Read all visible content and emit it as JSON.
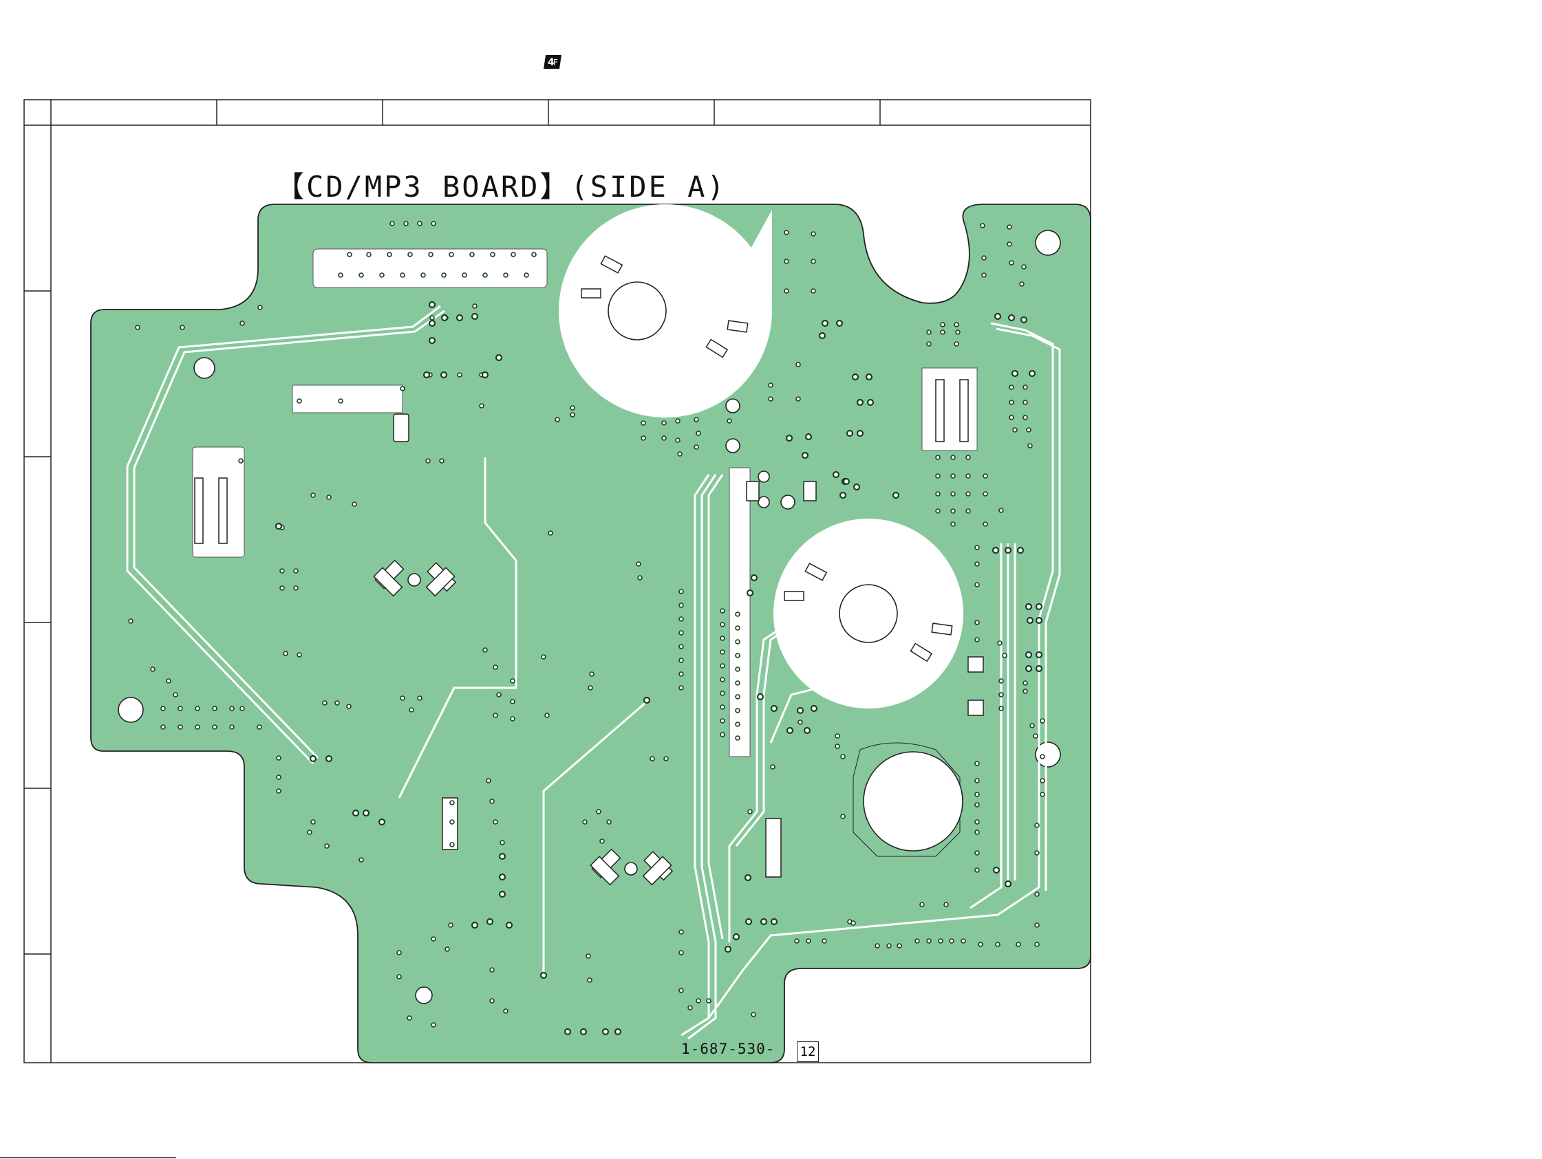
{
  "document": {
    "board_title": "【CD/MP3 BOARD】(SIDE A)",
    "part_number": "1-687-530-",
    "revision": "12",
    "logo_icon": "sony-logo-mark-icon"
  },
  "colors": {
    "board_fill": "#86c89c",
    "board_outline": "#222222",
    "trace_clear": "#ffffff",
    "pad_ring": "#1a3d26",
    "frame_line": "#222222"
  },
  "grid": {
    "columns": 7,
    "rows": 6
  }
}
